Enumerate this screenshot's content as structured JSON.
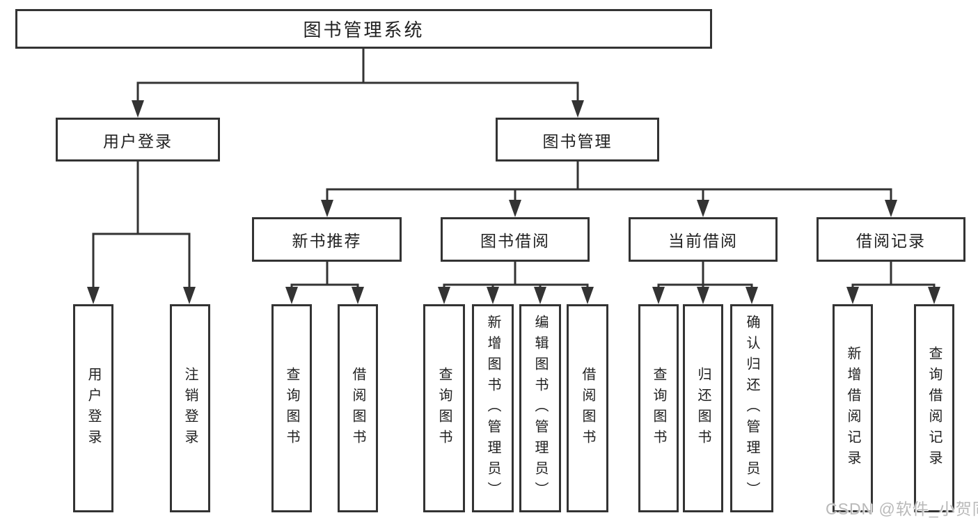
{
  "tree": {
    "root": {
      "label": "图书管理系统"
    },
    "branches": [
      {
        "label": "用户登录",
        "children": [
          {
            "label": "用户登录"
          },
          {
            "label": "注销登录"
          }
        ]
      },
      {
        "label": "图书管理",
        "children": [
          {
            "label": "新书推荐",
            "children": [
              {
                "label": "查询图书"
              },
              {
                "label": "借阅图书"
              }
            ]
          },
          {
            "label": "图书借阅",
            "children": [
              {
                "label": "查询图书"
              },
              {
                "label": "新增图书（管理员）"
              },
              {
                "label": "编辑图书（管理员）"
              },
              {
                "label": "借阅图书"
              }
            ]
          },
          {
            "label": "当前借阅",
            "children": [
              {
                "label": "查询图书"
              },
              {
                "label": "归还图书"
              },
              {
                "label": "确认归还（管理员）"
              }
            ]
          },
          {
            "label": "借阅记录",
            "children": [
              {
                "label": "新增借阅记录"
              },
              {
                "label": "查询借阅记录"
              }
            ]
          }
        ]
      }
    ]
  },
  "watermark": {
    "text": "CSDN @软件_小贺同学"
  },
  "colors": {
    "line": "#333333",
    "box_border": "#333333",
    "text": "#212121",
    "background": "#ffffff",
    "watermark": "#b9b9b9"
  }
}
